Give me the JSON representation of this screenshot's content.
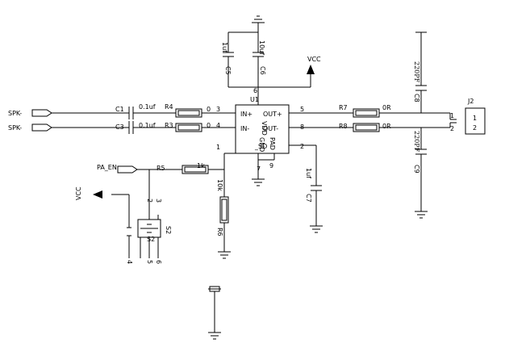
{
  "ports": {
    "spk_top": "SPK-",
    "spk_bottom": "SPK-",
    "pa_en": "PA_EN"
  },
  "power": {
    "vcc_top": "VCC",
    "vcc_left": "VCC"
  },
  "capacitors": {
    "c1": {
      "ref": "C1",
      "value": "0.1uf"
    },
    "c3": {
      "ref": "C3",
      "value": "0.1uf"
    },
    "c5": {
      "ref": "C5",
      "value": "1uf"
    },
    "c6": {
      "ref": "C6",
      "value": "10uf"
    },
    "c7": {
      "ref": "C7",
      "value": "1uf"
    },
    "c8": {
      "ref": "C8",
      "value": "220PF"
    },
    "c9": {
      "ref": "C9",
      "value": "220PF"
    }
  },
  "resistors": {
    "r3": {
      "ref": "R3"
    },
    "r4": {
      "ref": "R4"
    },
    "r5": {
      "ref": "R5",
      "value": "1k"
    },
    "r6": {
      "ref": "R6",
      "value": "10k"
    },
    "r7": {
      "ref": "R7",
      "value": "0R"
    },
    "r8": {
      "ref": "R8",
      "value": "0R"
    }
  },
  "u1": {
    "ref": "U1",
    "pins_left": [
      "IN+",
      "IN-"
    ],
    "pins_right": [
      "OUT+",
      "OUT-"
    ],
    "labels": [
      "VDD",
      "GND",
      "PAD",
      "_SD"
    ],
    "pin_numbers": [
      "3",
      "4",
      "1",
      "5",
      "8",
      "2",
      "6",
      "7",
      "9"
    ]
  },
  "r_pin_numbers": [
    "0",
    "0"
  ],
  "connector": {
    "ref": "J2",
    "pins": [
      "1",
      "2"
    ],
    "side_pins": [
      "1",
      "2"
    ]
  },
  "switch": {
    "ref": "S2",
    "pins_top": [
      "2",
      "3"
    ],
    "pins_bottom": [
      "4",
      "5",
      "6"
    ],
    "inner": "S2"
  }
}
